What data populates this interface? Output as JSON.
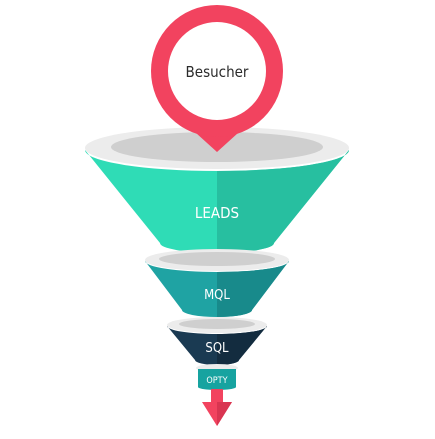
{
  "pin": {
    "label": "Besucher"
  },
  "stages": [
    {
      "label": "LEADS"
    },
    {
      "label": "MQL"
    },
    {
      "label": "SQL"
    },
    {
      "label": "OPTY"
    }
  ],
  "colors": {
    "pin": "#f2435f",
    "pin_dark": "#d93551",
    "leads": "#2fdcb6",
    "leads_shade": "#27bfa0",
    "mql": "#1fa3a3",
    "mql_shade": "#188a8b",
    "sql": "#1a3a52",
    "sql_shade": "#132c3f",
    "opty": "#17a3a0",
    "arrow": "#f2435f",
    "rim": "#ececec",
    "rim_inner": "#cfcfcf"
  }
}
